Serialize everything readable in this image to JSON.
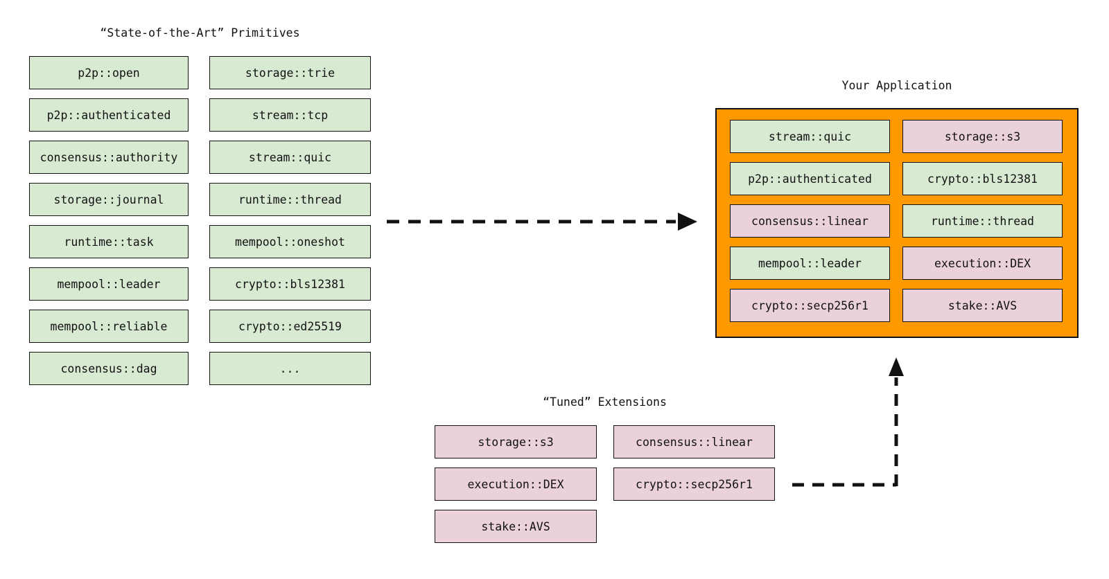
{
  "colors": {
    "background": "#ffffff",
    "primitive_fill": "#d9ead3",
    "tuned_fill": "#ead1dc",
    "app_fill": "#ff9900",
    "border": "#111111",
    "text": "#111111"
  },
  "primitives": {
    "title": "“State-of-the-Art” Primitives",
    "columns": [
      [
        "p2p::open",
        "p2p::authenticated",
        "consensus::authority",
        "storage::journal",
        "runtime::task",
        "mempool::leader",
        "mempool::reliable",
        "consensus::dag"
      ],
      [
        "storage::trie",
        "stream::tcp",
        "stream::quic",
        "runtime::thread",
        "mempool::oneshot",
        "crypto::bls12381",
        "crypto::ed25519",
        "..."
      ]
    ]
  },
  "application": {
    "title": "Your Application",
    "rows": [
      [
        {
          "label": "stream::quic",
          "kind": "primitive"
        },
        {
          "label": "storage::s3",
          "kind": "tuned"
        }
      ],
      [
        {
          "label": "p2p::authenticated",
          "kind": "primitive"
        },
        {
          "label": "crypto::bls12381",
          "kind": "primitive"
        }
      ],
      [
        {
          "label": "consensus::linear",
          "kind": "tuned"
        },
        {
          "label": "runtime::thread",
          "kind": "primitive"
        }
      ],
      [
        {
          "label": "mempool::leader",
          "kind": "primitive"
        },
        {
          "label": "execution::DEX",
          "kind": "tuned"
        }
      ],
      [
        {
          "label": "crypto::secp256r1",
          "kind": "tuned"
        },
        {
          "label": "stake::AVS",
          "kind": "tuned"
        }
      ]
    ]
  },
  "extensions": {
    "title": "“Tuned” Extensions",
    "columns": [
      [
        "storage::s3",
        "execution::DEX",
        "stake::AVS"
      ],
      [
        "consensus::linear",
        "crypto::secp256r1"
      ]
    ]
  }
}
